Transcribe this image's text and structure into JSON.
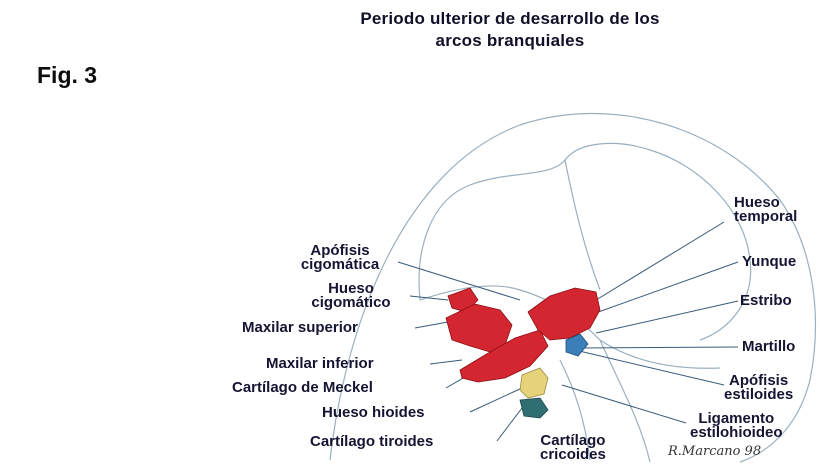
{
  "title_line1": "Periodo ulterior de desarrollo de los",
  "title_line2": "arcos branquiales",
  "figure_label": "Fig. 3",
  "colors": {
    "bone_red": "#d42630",
    "stapes_blue": "#3b7fb8",
    "hyoid_yellow": "#e7d27c",
    "thyroid_teal": "#2f6e72",
    "outline": "#9ab0c0",
    "text": "#141433"
  },
  "labels": {
    "hueso_temporal": [
      "Hueso",
      "temporal"
    ],
    "yunque": "Yunque",
    "estribo": "Estribo",
    "martillo": "Martillo",
    "apofisis_estiloides": [
      "Apófisis",
      "estiloides"
    ],
    "ligamento": [
      "Ligamento",
      "estilohioideo"
    ],
    "cartilago_cricoides": [
      "Cartílago",
      "cricoides"
    ],
    "apofisis_cigomatica": [
      "Apófisis",
      "cigomática"
    ],
    "hueso_cigomatico": [
      "Hueso",
      "cigomático"
    ],
    "maxilar_superior": "Maxilar superior",
    "maxilar_inferior": "Maxilar inferior",
    "cartilago_meckel": "Cartílago de Meckel",
    "hueso_hioides": "Hueso hioides",
    "cartilago_tiroides": "Cartílago tiroides"
  },
  "signature": "R.Marcano 98"
}
